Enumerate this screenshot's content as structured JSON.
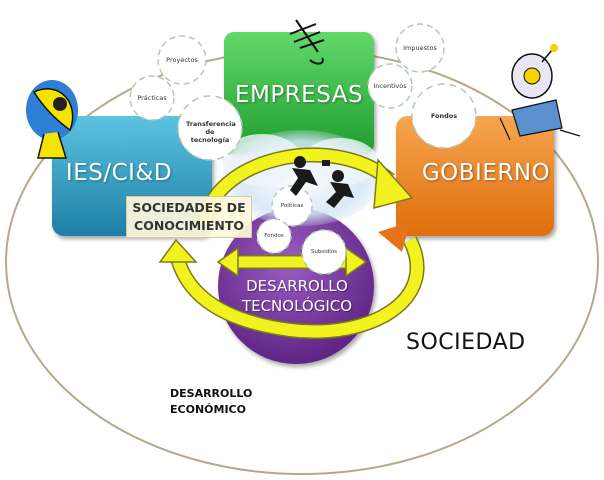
{
  "sectors": {
    "ies": {
      "label": "IES/CI&D",
      "color": "#2f9ec2"
    },
    "empresas": {
      "label": "EMPRESAS",
      "color": "#39b54a"
    },
    "gobierno": {
      "label": "GOBIERNO",
      "color": "#f08a24"
    },
    "desarrollo_tecnologico": {
      "line1": "DESARROLLO",
      "line2": "TECNOLÓGICO",
      "color": "#7b3fa0"
    }
  },
  "gears_ies": {
    "proyectos": "Proyectos",
    "practicas": "Prácticas",
    "transferencia": "Transferencia de tecnología"
  },
  "gears_gobierno": {
    "impuestos": "Impuestos",
    "incentivos": "Incentivos",
    "fondos": "Fondos"
  },
  "gears_center": {
    "politicas": "Políticas",
    "fondos": "Fondos",
    "subsidios": "Subsidios"
  },
  "sociedades": {
    "line1": "SOCIEDADES DE",
    "line2": "CONOCIMIENTO"
  },
  "sociedad_label": "SOCIEDAD",
  "desarrollo_economico": {
    "line1": "DESARROLLO",
    "line2": "ECONÓMICO"
  },
  "colors": {
    "arrow_yellow": "#f2f21e",
    "ellipse_stroke": "#b7a88a"
  },
  "icons": [
    "satellite-dish-icon",
    "antenna-icon",
    "robot-satellite-icon",
    "business-people-icon"
  ]
}
